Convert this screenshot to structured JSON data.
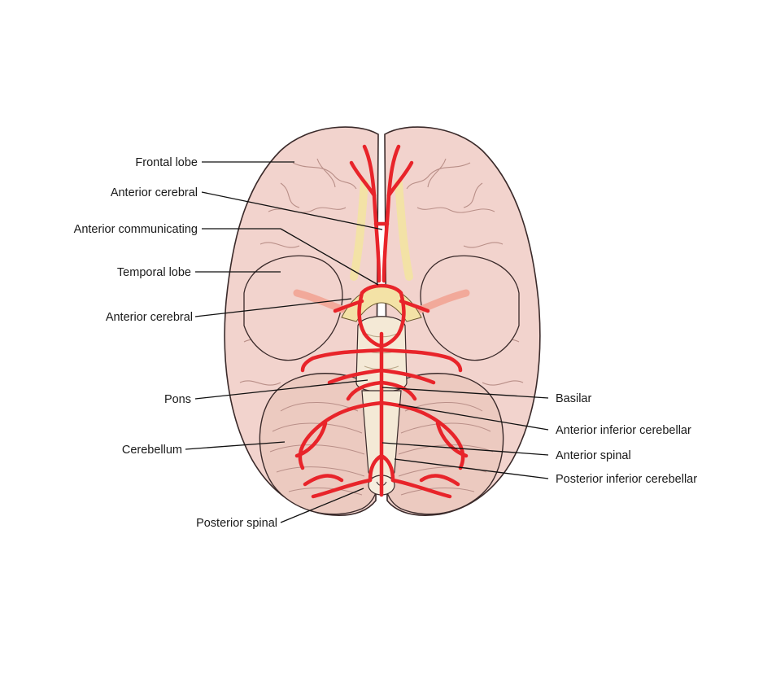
{
  "colors": {
    "brain_fill": "#f2d3cd",
    "brain_outline": "#3a2a2a",
    "sulcus": "#b98f88",
    "cerebellum_fill": "#eccac0",
    "artery": "#e8242a",
    "artery_dark": "#a31015",
    "nerve": "#f3e2a6",
    "brainstem": "#f4e9d6",
    "leader": "#111111",
    "text": "#1a1a1a"
  },
  "labels": {
    "frontal_lobe": "Frontal lobe",
    "anterior_cerebral_1": "Anterior cerebral",
    "anterior_communicating": "Anterior communicating",
    "temporal_lobe": "Temporal lobe",
    "anterior_cerebral_2": "Anterior cerebral",
    "pons": "Pons",
    "cerebellum": "Cerebellum",
    "posterior_spinal": "Posterior spinal",
    "basilar": "Basilar",
    "anterior_inferior_cerebellar": "Anterior inferior cerebellar",
    "anterior_spinal": "Anterior spinal",
    "posterior_inferior_cerebellar": "Posterior inferior cerebellar"
  }
}
